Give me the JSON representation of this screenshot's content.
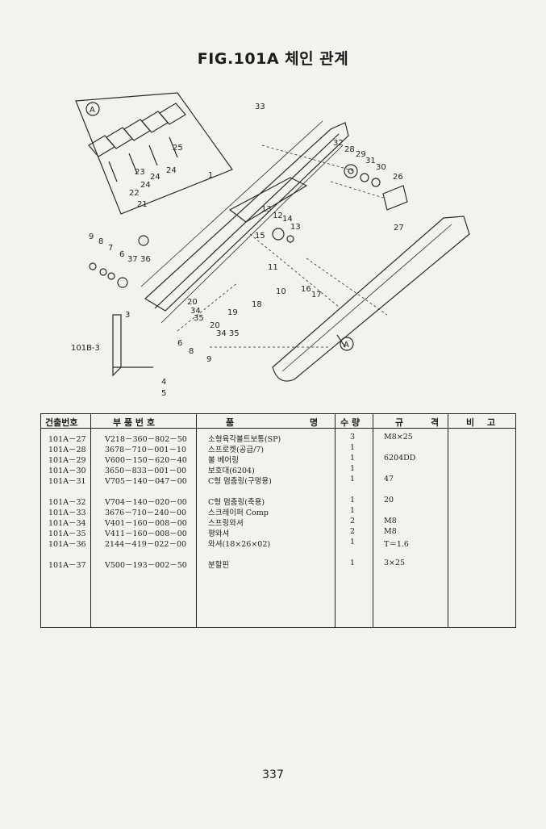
{
  "title": "FIG.101A 체인 관계",
  "figure": {
    "callouts": {
      "c33": "33",
      "c32": "32",
      "c28": "28",
      "c29": "29",
      "c31": "31",
      "c30": "30",
      "c26": "26",
      "c27": "27",
      "c1": "1",
      "c13a": "13",
      "c12": "12",
      "c14": "14",
      "c13b": "13",
      "c15": "15",
      "c9a": "9",
      "c8a": "8",
      "c7": "7",
      "c6a": "6",
      "c37": "37",
      "c36": "36",
      "c11": "11",
      "c10": "10",
      "c16": "16",
      "c17": "17",
      "c18": "18",
      "c19": "19",
      "c20a": "20",
      "c34a": "34",
      "c35a": "35",
      "c20b": "20",
      "c3435": "34 35",
      "c3": "3",
      "c101b3": "101B-3",
      "c6b": "6",
      "c8b": "8",
      "c9b": "9",
      "c4": "4",
      "c5": "5",
      "c25": "25",
      "c23": "23",
      "c24a": "24",
      "c24b": "24",
      "c22": "22",
      "c24c": "24",
      "c21": "21",
      "markA1": "A",
      "markA2": "A"
    }
  },
  "table": {
    "headers": {
      "id": "건출번호",
      "part_no": "부 품 번 호",
      "name": "품 명",
      "qty": "수 량",
      "spec": "규 격",
      "remark": "비 고"
    },
    "rows": [
      {
        "id": "101A－27",
        "part_no": "V218－360－802－50",
        "name": "소형육각볼트보통(SP)",
        "qty": "3",
        "spec": "M8×25",
        "remark": ""
      },
      {
        "id": "101A－28",
        "part_no": "3678－710－001－10",
        "name": "스프로켓(공급/7)",
        "qty": "1",
        "spec": "",
        "remark": ""
      },
      {
        "id": "101A－29",
        "part_no": "V600－150－620－40",
        "name": "볼 베어링",
        "qty": "1",
        "spec": "6204DD",
        "remark": ""
      },
      {
        "id": "101A－30",
        "part_no": "3650－833－001－00",
        "name": "보호대(6204)",
        "qty": "1",
        "spec": "",
        "remark": ""
      },
      {
        "id": "101A－31",
        "part_no": "V705－140－047－00",
        "name": "C형 멈춤링(구멍용)",
        "qty": "1",
        "spec": "47",
        "remark": ""
      },
      {
        "id": "101A－32",
        "part_no": "V704－140－020－00",
        "name": "C형 멈춤링(축용)",
        "qty": "1",
        "spec": "20",
        "remark": ""
      },
      {
        "id": "101A－33",
        "part_no": "3676－710－240－00",
        "name": "스크레이퍼 Comp",
        "qty": "1",
        "spec": "",
        "remark": ""
      },
      {
        "id": "101A－34",
        "part_no": "V401－160－008－00",
        "name": "스프링와셔",
        "qty": "2",
        "spec": "M8",
        "remark": ""
      },
      {
        "id": "101A－35",
        "part_no": "V411－160－008－00",
        "name": "평와셔",
        "qty": "2",
        "spec": "M8",
        "remark": ""
      },
      {
        "id": "101A－36",
        "part_no": "2144－419－022－00",
        "name": "와셔(18×26×02)",
        "qty": "1",
        "spec": "T＝1.6",
        "remark": ""
      },
      {
        "id": "101A－37",
        "part_no": "V500－193－002－50",
        "name": "분할핀",
        "qty": "1",
        "spec": "3×25",
        "remark": ""
      }
    ]
  },
  "page_number": "337"
}
